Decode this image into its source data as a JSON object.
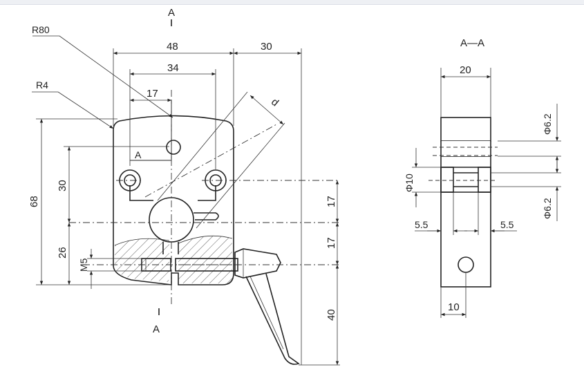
{
  "labels": {
    "section_top": "A",
    "section_bottom": "A",
    "section_inner": "A",
    "section_title": "A—A",
    "r80": "R80",
    "r4": "R4",
    "d": "d",
    "m5": "M5"
  },
  "dims_front": {
    "w48": "48",
    "w34": "34",
    "w17": "17",
    "w30": "30",
    "h68": "68",
    "h30": "30",
    "h26": "26",
    "r17a": "17",
    "r17b": "17",
    "r40": "40"
  },
  "dims_section": {
    "w20": "20",
    "phi62_top": "Φ6.2",
    "phi10": "Φ10",
    "phi62_bot": "Φ6.2",
    "s55_left": "5.5",
    "s55_right": "5.5",
    "w10": "10"
  },
  "colors": {
    "line": "#222222",
    "background": "#ffffff",
    "toolbar": "#eef0f4"
  }
}
